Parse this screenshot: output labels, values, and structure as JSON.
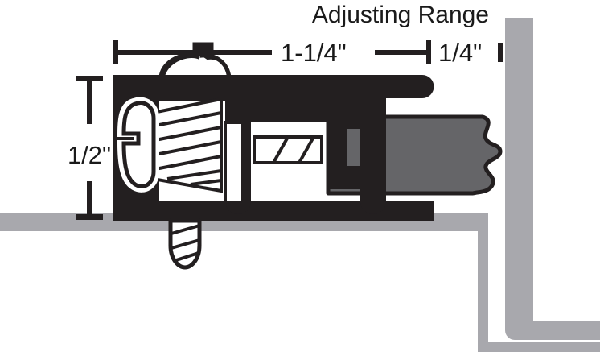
{
  "diagram": {
    "title": "Adjusting Range",
    "type": "technical-cross-section",
    "subject": "Adjustable door bottom weatherstrip / sweep assembly",
    "dimensions": {
      "horizontal_main": "1-1/4\"",
      "horizontal_adjust": "1/4\"",
      "vertical": "1/2\""
    },
    "labels": {
      "title": "Adjusting Range",
      "dim_width": "1-1/4\"",
      "dim_adjust": "1/4\"",
      "dim_height": "1/2\""
    },
    "colors": {
      "background": "#ffffff",
      "outline_black": "#231f20",
      "ink": "#1a1a1a",
      "seal_gray": "#656568",
      "frame_gray": "#a8a8ad",
      "white": "#ffffff"
    },
    "parts": [
      {
        "name": "housing-channel",
        "material": "black-extrusion",
        "note": "black U channel housing"
      },
      {
        "name": "adjusting-screw",
        "material": "steel",
        "note": "slotted pan head screw, horizontal"
      },
      {
        "name": "mounting-screw",
        "material": "steel",
        "note": "vertical fastener through door panel"
      },
      {
        "name": "weather-seal",
        "material": "gray-vinyl",
        "note": "gray seal blade with wavy compression edge"
      },
      {
        "name": "door-panel",
        "material": "gray-panel",
        "note": "light gray horizontal door panel"
      },
      {
        "name": "door-jamb",
        "material": "gray-frame",
        "note": "light gray vertical jamb with L return"
      }
    ]
  }
}
